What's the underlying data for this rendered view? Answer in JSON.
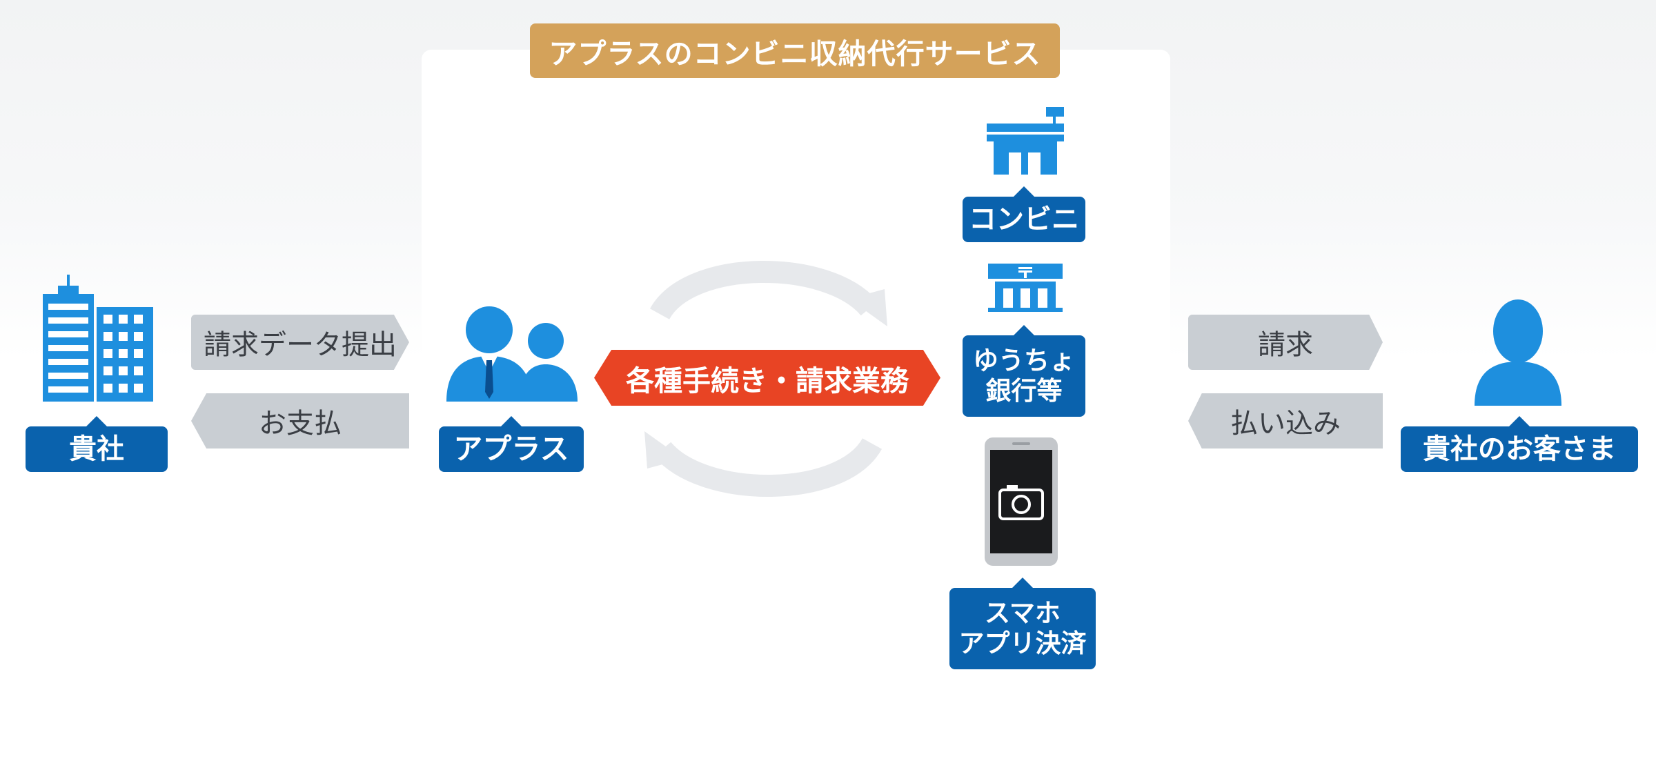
{
  "title": "アプラスのコンビニ収納代行サービス",
  "company": {
    "label": "貴社",
    "icon": "office-building-icon"
  },
  "aplus": {
    "label": "アプラス",
    "icon": "business-people-icon"
  },
  "customer": {
    "label": "貴社のお客さま",
    "icon": "person-icon"
  },
  "flows_left": {
    "to_aplus": "請求データ提出",
    "to_company": "お支払"
  },
  "flows_right": {
    "to_customer": "請求",
    "to_aplus": "払い込み"
  },
  "center": {
    "label": "各種手続き・請求業務",
    "icon": "circular-arrows-icon"
  },
  "channels": {
    "convenience": {
      "label": "コンビニ",
      "icon": "convenience-store-icon"
    },
    "postbank": {
      "line1": "ゆうちょ",
      "line2": "銀行等",
      "icon": "post-office-icon"
    },
    "smartphone": {
      "line1": "スマホ",
      "line2": "アプリ決済",
      "icon": "smartphone-camera-icon"
    }
  },
  "colors": {
    "label_blue": "#0a62ad",
    "icon_blue": "#1e8fde",
    "title_gold": "#d4a25a",
    "center_red": "#e84424",
    "arrow_gray": "#c9ced3"
  }
}
